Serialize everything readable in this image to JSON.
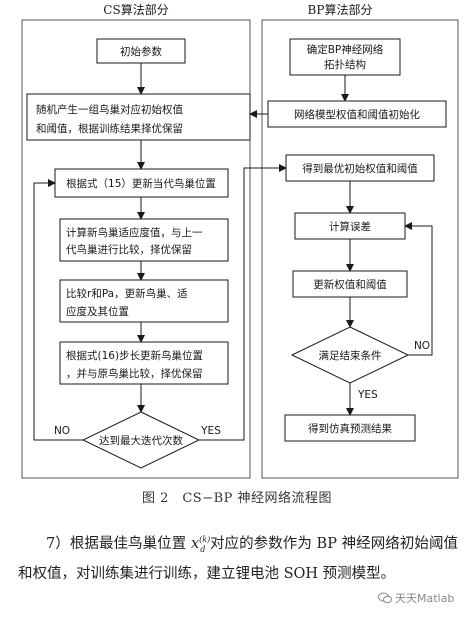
{
  "diagram": {
    "headers": {
      "cs": "CS算法部分",
      "bp": "BP算法部分"
    },
    "cs_boxes": {
      "init_params": "初始参数",
      "random_nests": [
        "随机产生一组鸟巢对应初始权值",
        "和阈值，根据训练结果择优保留"
      ],
      "update_positions": "根据式（15）更新当代鸟巢位置",
      "fitness_compare": [
        "计算新鸟巢适应度值，与上一",
        "代鸟巢进行比较，择优保留"
      ],
      "compare_r_pa": [
        "比较r和Pa，更新鸟巢、适",
        "应度及其位置"
      ],
      "step_update": [
        "根据式(16)步长更新鸟巢位置",
        "，并与原鸟巢比较，择优保留"
      ],
      "max_iter": "达到最大迭代次数"
    },
    "bp_boxes": {
      "topology": [
        "确定BP神经网络",
        "拓扑结构"
      ],
      "init_weights": "网络模型权值和阈值初始化",
      "best_weights": "得到最优初始权值和阈值",
      "calc_error": "计算误差",
      "update_weights": "更新权值和阈值",
      "end_condition": "满足结束条件",
      "prediction": "得到仿真预测结果"
    },
    "labels": {
      "no_left": "NO",
      "yes_left": "YES",
      "no_right": "NO",
      "yes_right": "YES"
    }
  },
  "caption": "图 2　CS−BP 神经网络流程图",
  "paragraph": {
    "before": "7）根据最佳鸟巢位置 ",
    "var_base": "x",
    "var_sub": "d",
    "var_sup": "(k)",
    "after": " 对应的参数作为 BP 神经网络初始阈值和权值，对训练集进行训练，建立锂电池 SOH 预测模型。"
  },
  "watermark": "天天Matlab"
}
